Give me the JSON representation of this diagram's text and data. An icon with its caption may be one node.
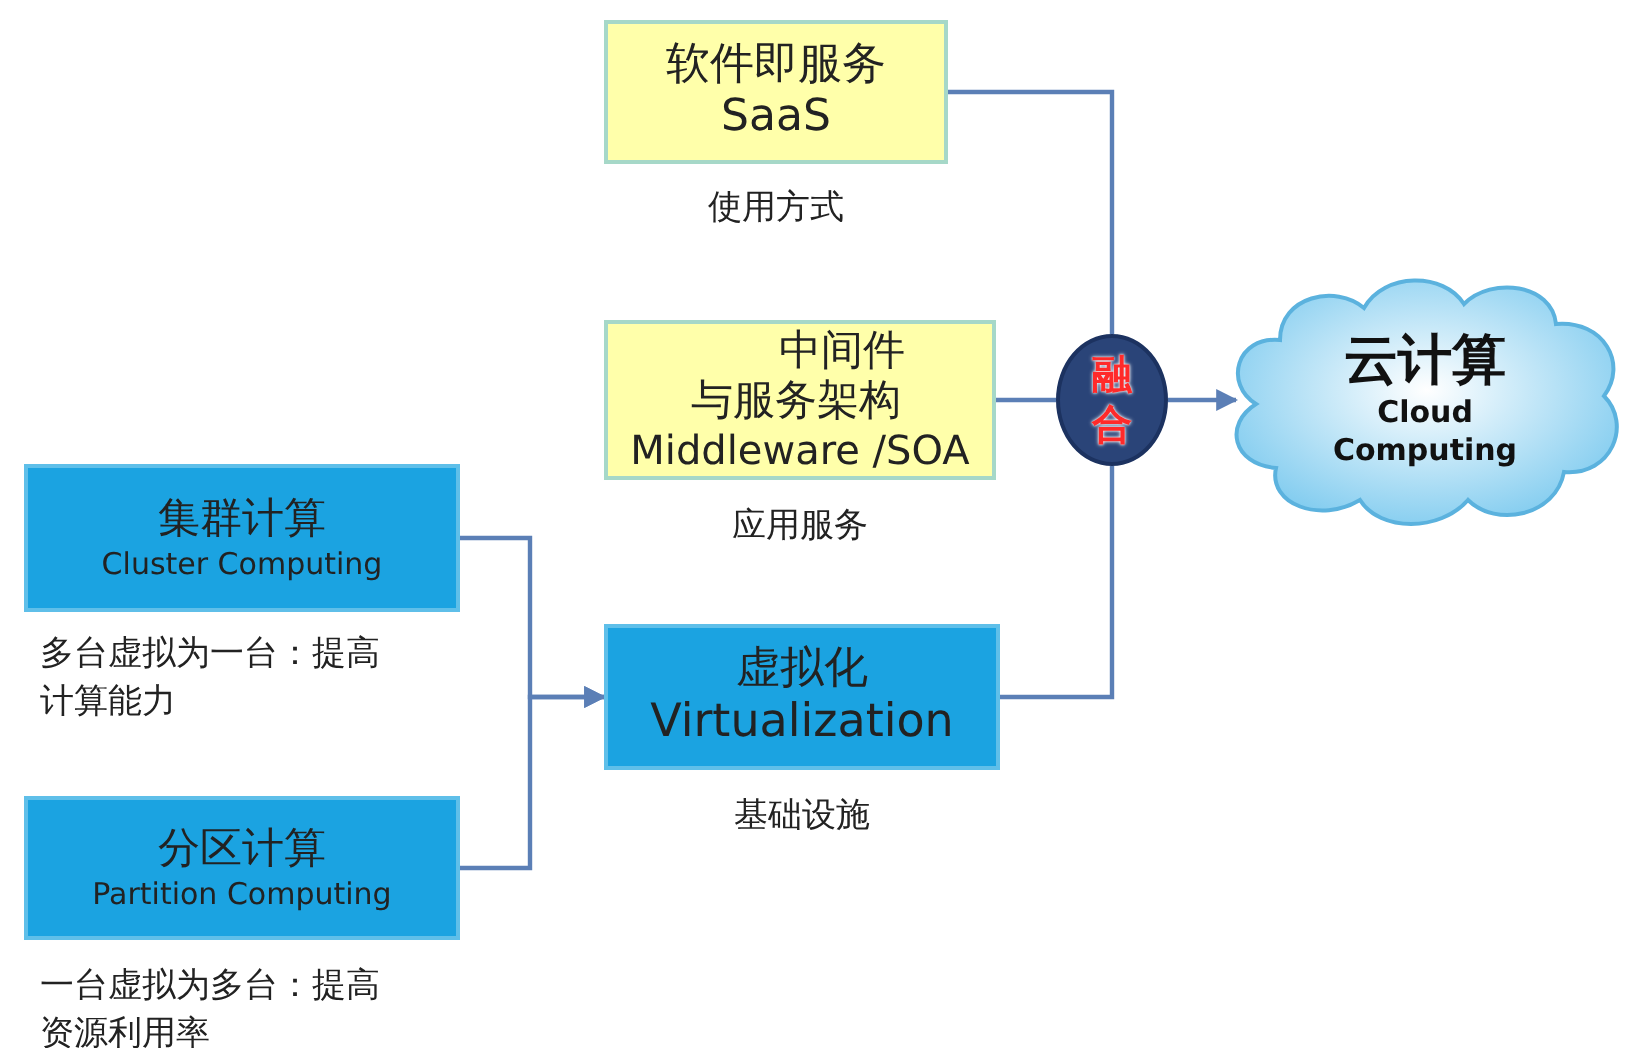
{
  "diagram": {
    "nodes": [
      {
        "text": [
          "软件即服务",
          "SaaS"
        ],
        "beside": [
          "使用方式"
        ]
      },
      {
        "text": [
          "中间件与服务架构",
          "Middleware /SOA"
        ],
        "beside": [
          "应用服务"
        ]
      },
      {
        "text": [
          "集群计算",
          "Cluster Computing"
        ],
        "beside": [
          "多台虚拟为一台：提高计算能力"
        ]
      },
      {
        "text": [
          "虚拟化",
          "Virtualization"
        ],
        "beside": [
          "基础设施"
        ]
      },
      {
        "text": [
          "分区计算",
          "Partition Computing"
        ],
        "beside": [
          "一台虚拟为多台：提高资源利用率"
        ]
      },
      {
        "text": [
          "融合"
        ]
      },
      {
        "text": [
          "云计算",
          "Cloud Computing"
        ]
      }
    ],
    "edges": [
      {
        "from": 2,
        "to": 3,
        "arrow": "to"
      },
      {
        "from": 4,
        "to": 3,
        "arrow": "to"
      },
      {
        "from": 0,
        "to": 5,
        "arrow": "none"
      },
      {
        "from": 1,
        "to": 5,
        "arrow": "none"
      },
      {
        "from": 3,
        "to": 5,
        "arrow": "none"
      },
      {
        "from": 5,
        "to": 6,
        "arrow": "to"
      }
    ]
  }
}
